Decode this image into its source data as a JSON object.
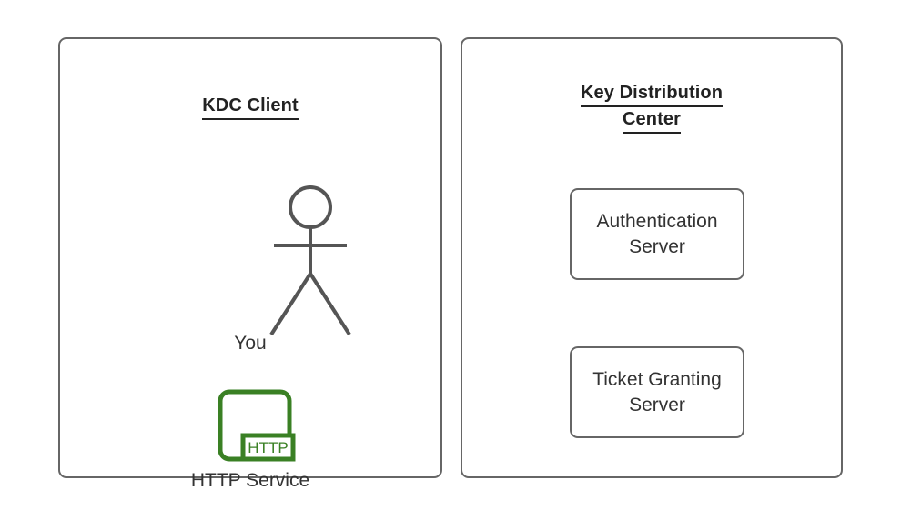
{
  "diagram": {
    "title_visible": false,
    "background_color": "#ffffff",
    "stroke_color": "#666666",
    "text_color": "#333333",
    "heading_color": "#222222",
    "accent_green": "#3a8024"
  },
  "panels": [
    {
      "id": "kdc-client",
      "title_lines": [
        "KDC Client"
      ],
      "actor": {
        "icon": "stick-figure-person-icon",
        "label": "You"
      },
      "service": {
        "icon": "http-service-icon",
        "badge_text": "HTTP",
        "label": "HTTP Service",
        "color": "#3a8024"
      }
    },
    {
      "id": "key-distribution-center",
      "title_lines": [
        "Key Distribution",
        "Center"
      ],
      "boxes": [
        {
          "label": "Authentication\nServer"
        },
        {
          "label": "Ticket Granting\nServer"
        }
      ]
    }
  ]
}
